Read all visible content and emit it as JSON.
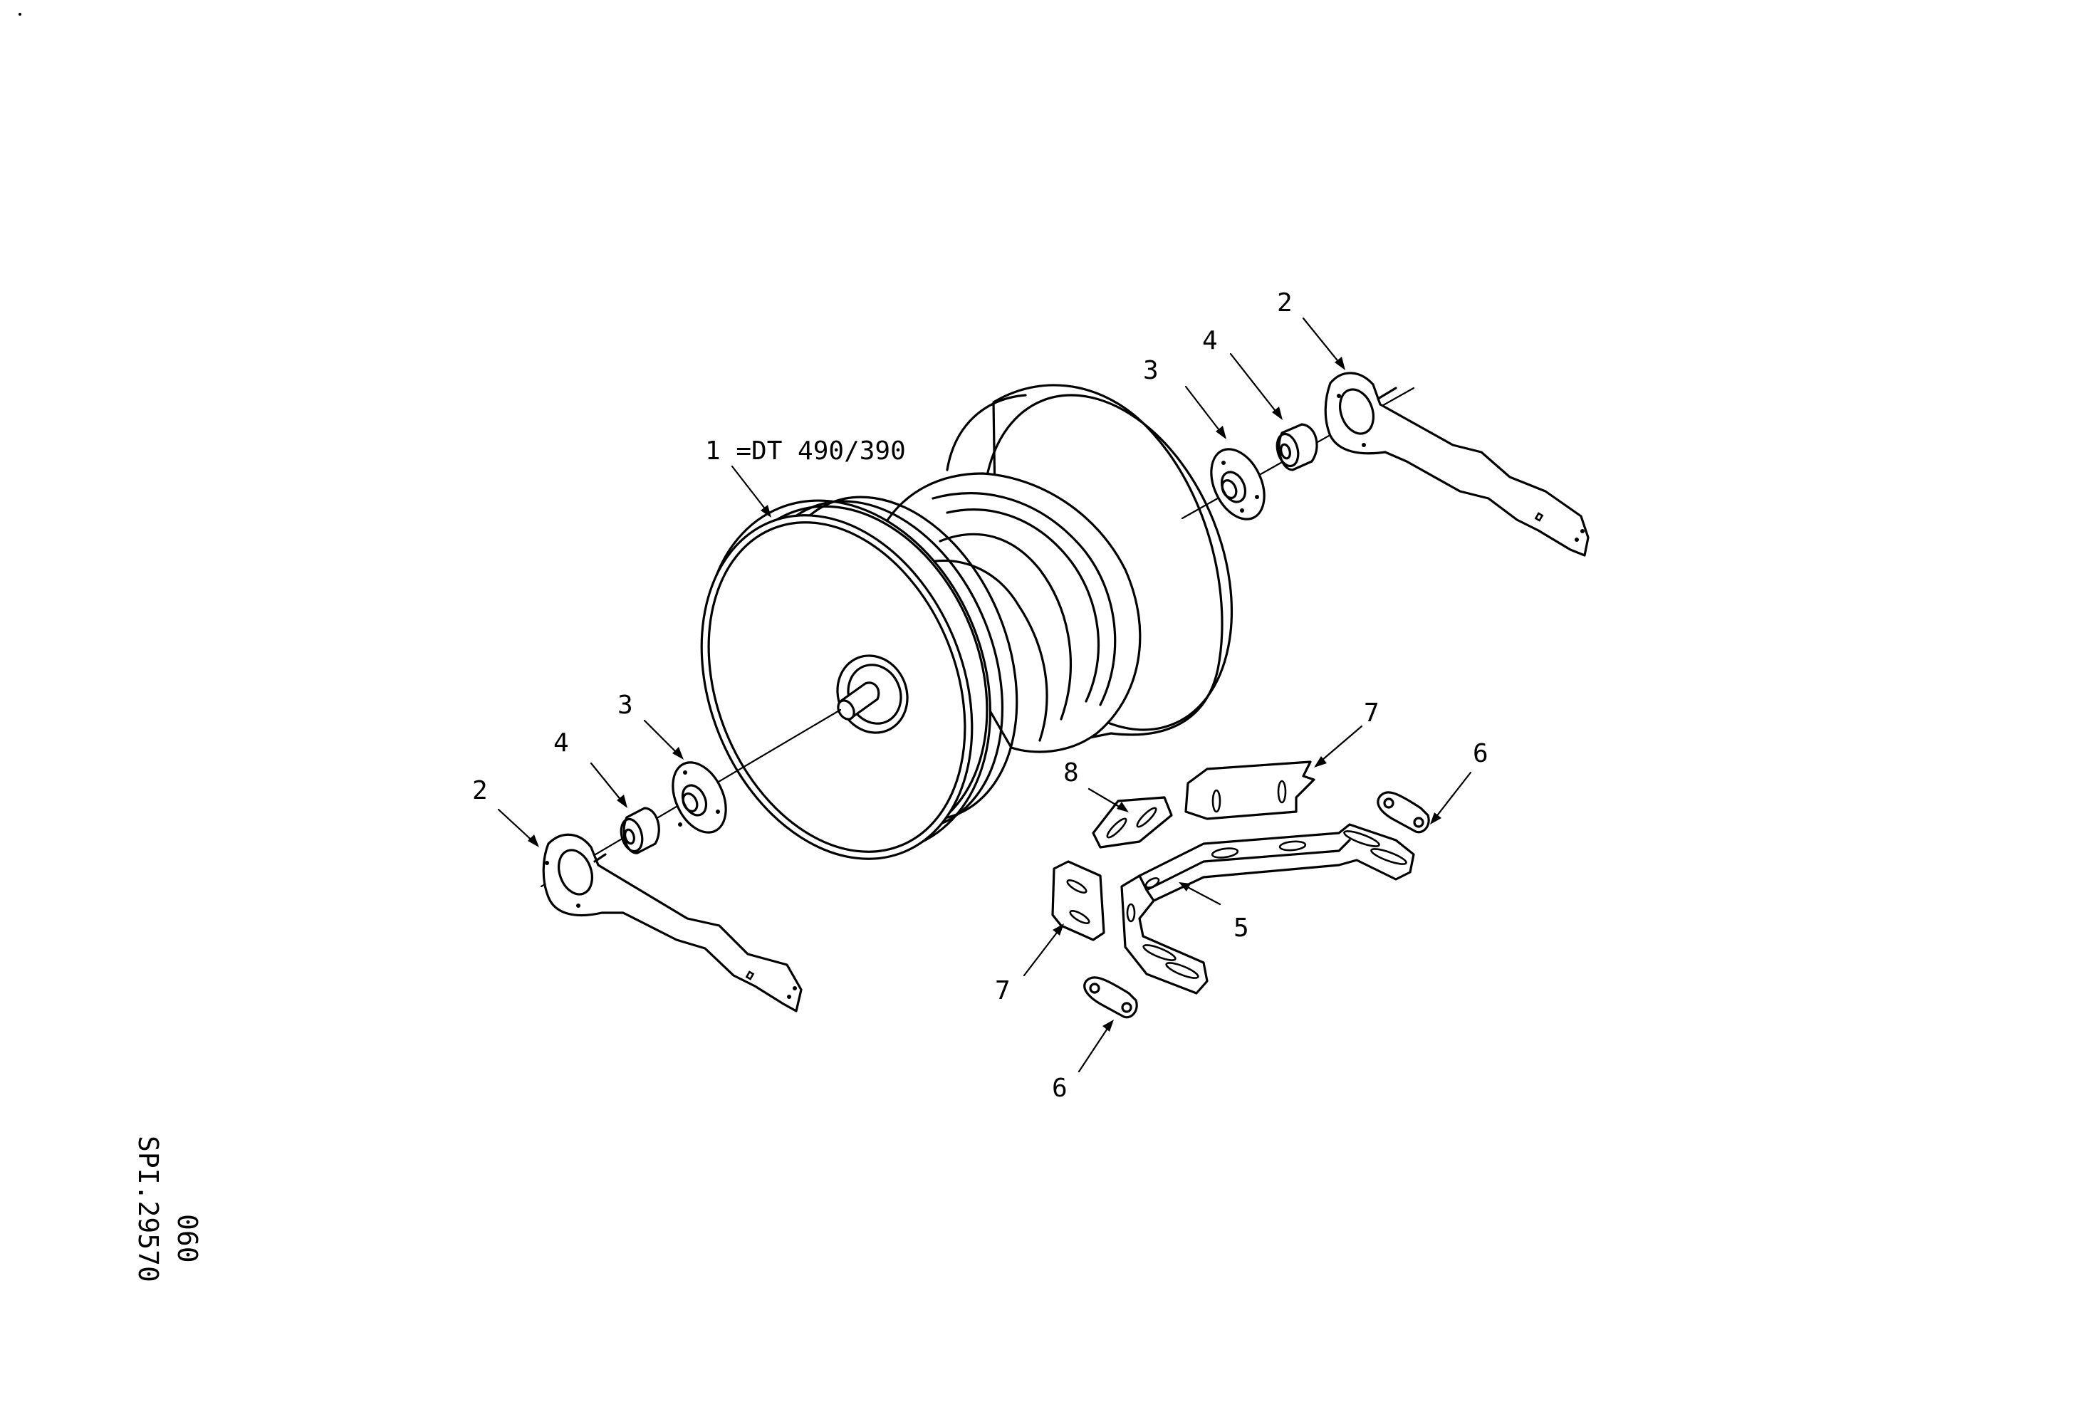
{
  "labels": {
    "wheel": "1 =DT 490/390",
    "bar": "2",
    "washer": "3",
    "nut": "4",
    "bracket": "5",
    "clamp": "6",
    "plate": "7",
    "pad": "8"
  },
  "drawing_code": {
    "line1": "SPI.29570",
    "line2": "060"
  }
}
